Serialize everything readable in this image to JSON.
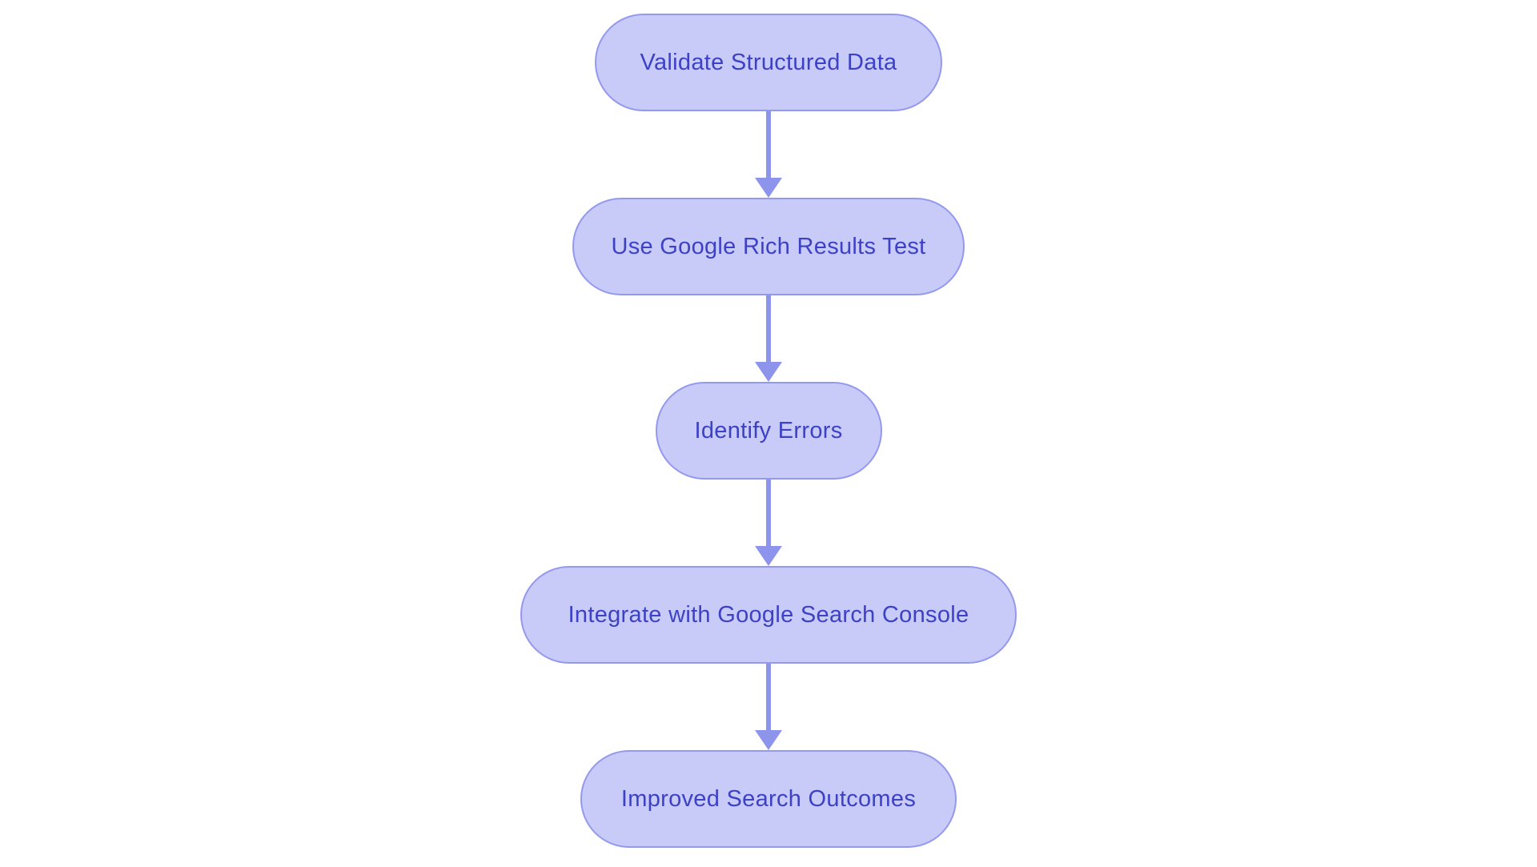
{
  "flowchart": {
    "type": "flowchart",
    "direction": "top-down",
    "nodes": [
      {
        "label": "Validate Structured Data"
      },
      {
        "label": "Use Google Rich Results Test"
      },
      {
        "label": "Identify Errors"
      },
      {
        "label": "Integrate with Google Search Console"
      },
      {
        "label": "Improved Search Outcomes"
      }
    ],
    "edges": [
      {
        "from": "Validate Structured Data",
        "to": "Use Google Rich Results Test"
      },
      {
        "from": "Use Google Rich Results Test",
        "to": "Identify Errors"
      },
      {
        "from": "Identify Errors",
        "to": "Integrate with Google Search Console"
      },
      {
        "from": "Integrate with Google Search Console",
        "to": "Improved Search Outcomes"
      }
    ]
  },
  "theme": {
    "canvas-bg": "#ffffff",
    "node-fill": "#c8cbf8",
    "node-border": "#9399ee",
    "node-text": "#3d41c6",
    "arrow-color": "#8d94ec"
  }
}
